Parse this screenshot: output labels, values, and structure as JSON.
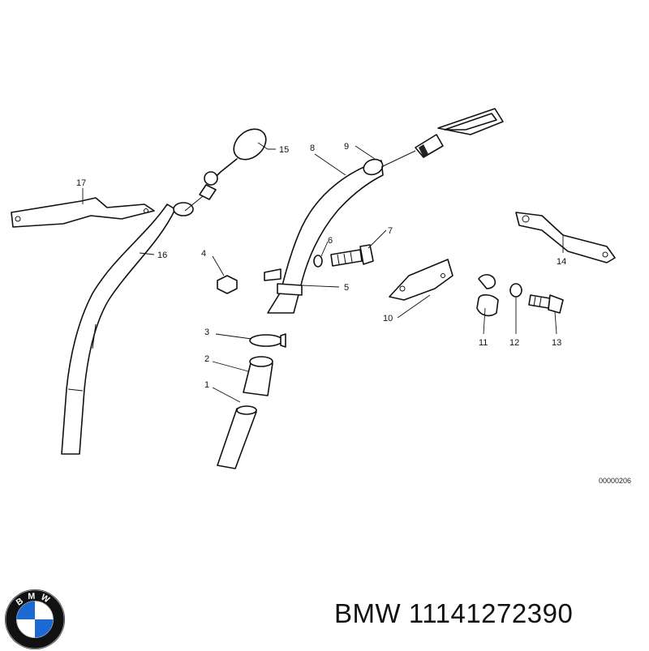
{
  "diagram": {
    "callouts": {
      "c1": "1",
      "c2": "2",
      "c3": "3",
      "c4": "4",
      "c5": "5",
      "c6": "6",
      "c7": "7",
      "c8": "8",
      "c9": "9",
      "c10": "10",
      "c11": "11",
      "c12": "12",
      "c13": "13",
      "c14": "14",
      "c15": "15",
      "c16": "16",
      "c17": "17"
    },
    "reference_code": "00000206"
  },
  "footer": {
    "part_number": "BMW 11141272390",
    "logo": {
      "icon": "bmw-roundel-icon",
      "letters": "BMW",
      "colors": {
        "blue": "#1c69d4",
        "ring": "#111111",
        "white": "#ffffff"
      }
    }
  }
}
